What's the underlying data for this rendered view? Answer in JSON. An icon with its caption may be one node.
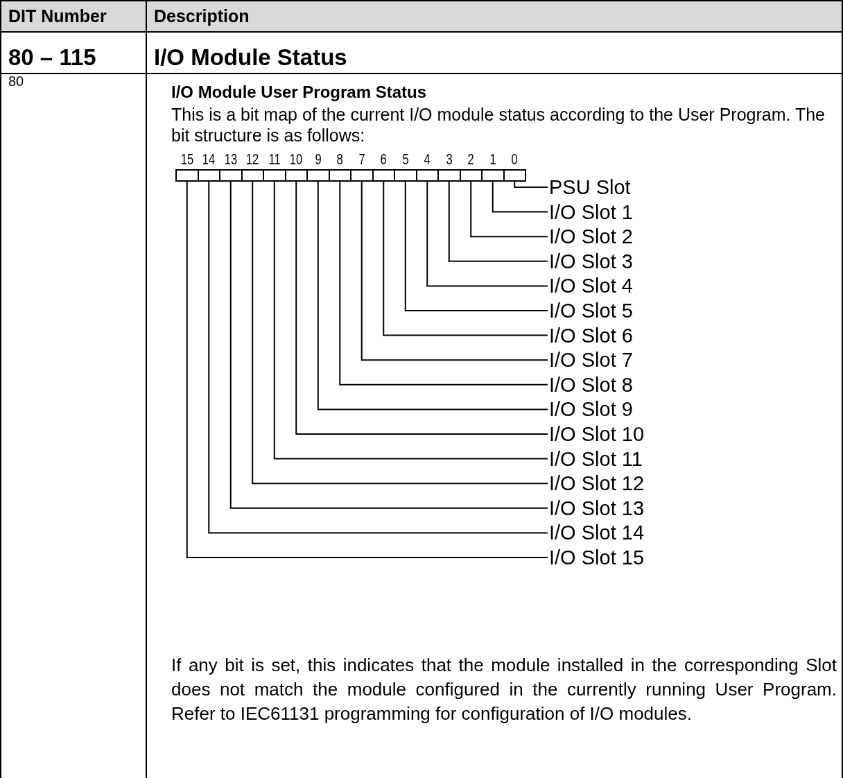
{
  "diagram": {
    "nodes": [
      {
        "text": [],
        "shape": "box"
      },
      {
        "text": [],
        "shape": "box"
      },
      {
        "text": [],
        "shape": "box"
      },
      {
        "text": [],
        "shape": "box"
      },
      {
        "text": [],
        "shape": "box"
      },
      {
        "text": [],
        "shape": "box"
      },
      {
        "text": [],
        "shape": "box"
      },
      {
        "text": [],
        "shape": "box"
      },
      {
        "text": [],
        "shape": "box"
      },
      {
        "text": [],
        "shape": "box"
      },
      {
        "text": [],
        "shape": "box"
      },
      {
        "text": [],
        "shape": "box"
      },
      {
        "text": [],
        "shape": "box"
      },
      {
        "text": [],
        "shape": "box"
      },
      {
        "text": [],
        "shape": "box"
      },
      {
        "text": [],
        "shape": "box"
      },
      {
        "text": [
          "PSU Slot"
        ]
      },
      {
        "text": [
          "I/O Slot 1"
        ]
      },
      {
        "text": [
          "I/O Slot 2"
        ]
      },
      {
        "text": [
          "I/O Slot 3"
        ]
      },
      {
        "text": [
          "I/O Slot 4"
        ]
      },
      {
        "text": [
          "I/O Slot 5"
        ]
      },
      {
        "text": [
          "I/O Slot 6"
        ]
      },
      {
        "text": [
          "I/O Slot 7"
        ]
      },
      {
        "text": [
          "I/O Slot 8"
        ]
      },
      {
        "text": [
          "I/O Slot 9"
        ]
      },
      {
        "text": [
          "I/O Slot 10"
        ]
      },
      {
        "text": [
          "I/O Slot 11"
        ]
      },
      {
        "text": [
          "I/O Slot 12"
        ]
      },
      {
        "text": [
          "I/O Slot 13"
        ]
      },
      {
        "text": [
          "I/O Slot 14"
        ]
      },
      {
        "text": [
          "I/O Slot 15"
        ]
      }
    ],
    "edges": [
      {
        "from": 16,
        "to": 15,
        "arrow": "none"
      },
      {
        "from": 17,
        "to": 14,
        "arrow": "none"
      },
      {
        "from": 18,
        "to": 13,
        "arrow": "none"
      },
      {
        "from": 19,
        "to": 12,
        "arrow": "none"
      },
      {
        "from": 20,
        "to": 11,
        "arrow": "none"
      },
      {
        "from": 21,
        "to": 10,
        "arrow": "none"
      },
      {
        "from": 22,
        "to": 9,
        "arrow": "none"
      },
      {
        "from": 23,
        "to": 8,
        "arrow": "none"
      },
      {
        "from": 24,
        "to": 7,
        "arrow": "none"
      },
      {
        "from": 25,
        "to": 6,
        "arrow": "none"
      },
      {
        "from": 26,
        "to": 5,
        "arrow": "none"
      },
      {
        "from": 27,
        "to": 4,
        "arrow": "none"
      },
      {
        "from": 28,
        "to": 3,
        "arrow": "none"
      },
      {
        "from": 29,
        "to": 2,
        "arrow": "none"
      },
      {
        "from": 30,
        "to": 1,
        "arrow": "none"
      },
      {
        "from": 31,
        "to": 0,
        "arrow": "none"
      }
    ],
    "labels": [
      "DIT Number",
      "Description",
      "80 – 115",
      "I/O Module Status",
      "80",
      "I/O Module User Program Status",
      "This is a bit map of the current I/O module status according to the User Program. The bit structure is as follows:",
      "15",
      "14",
      "13",
      "12",
      "11",
      "10",
      "9",
      "8",
      "7",
      "6",
      "5",
      "4",
      "3",
      "2",
      "1",
      "0",
      "If any bit is set, this indicates that the module installed in the corresponding Slot does not match the module configured in the currently running User Program. Refer to IEC61131 programming for configuration of I/O modules."
    ]
  }
}
